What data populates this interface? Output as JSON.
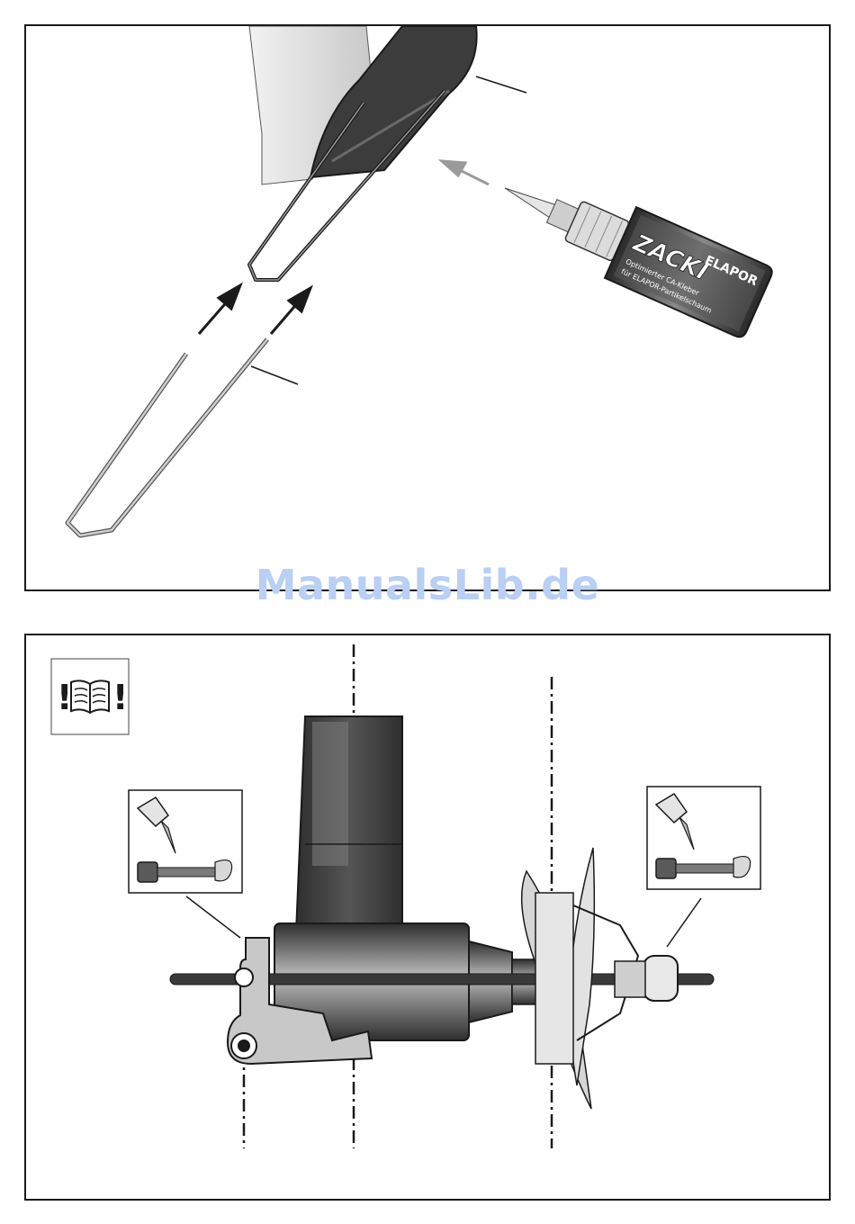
{
  "watermark": {
    "text": "ManualsLib.de",
    "color": "#b9cff3"
  },
  "bottle": {
    "brand": "ZACKI",
    "product": "ELAPOR",
    "line1": "Optimierter CA-Kleber",
    "line2": "für ELAPOR-Partikelschaum"
  },
  "icons": {
    "manual": "read-manual-warning-icon",
    "glue_screw": "glue-on-screw-icon"
  },
  "colors": {
    "ink": "#1a1a1a",
    "dark_part": "#3c3c3c",
    "arrow_grey": "#9a9a9a"
  }
}
